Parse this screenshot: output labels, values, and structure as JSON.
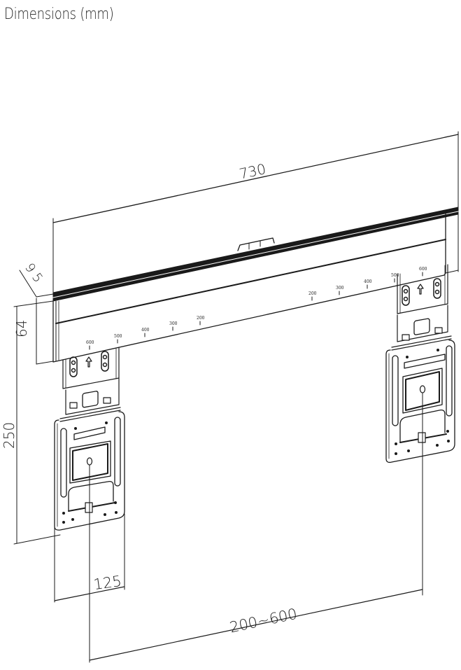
{
  "title": "Dimensions (mm)",
  "colors": {
    "line": "#1a1a1a",
    "background": "#ffffff"
  },
  "dimensions": {
    "width_total": "730",
    "depth": "9.5",
    "depth_a": "9",
    "depth_b": "5",
    "bar_height": "64",
    "total_height": "250",
    "bracket_width": "125",
    "vesa_range": "200~600"
  },
  "scale_left": [
    "600",
    "500",
    "400",
    "300",
    "200"
  ],
  "scale_right": [
    "200",
    "300",
    "400",
    "500",
    "600"
  ],
  "icons": {
    "arrow": "up-arrow-icon"
  }
}
